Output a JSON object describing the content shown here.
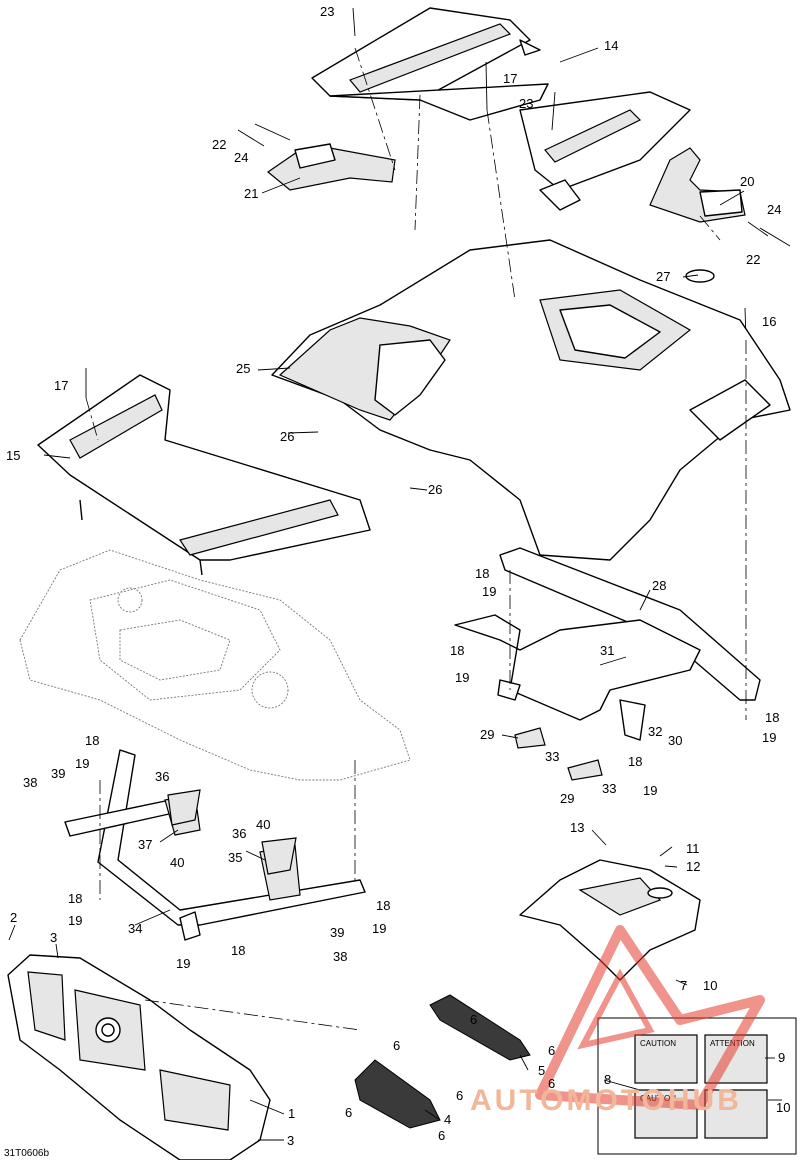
{
  "drawing_code": "31T0606b",
  "callouts": [
    "1",
    "2",
    "3",
    "4",
    "5",
    "6",
    "7",
    "8",
    "9",
    "10",
    "11",
    "12",
    "13",
    "14",
    "15",
    "16",
    "17",
    "18",
    "19",
    "20",
    "21",
    "22",
    "23",
    "24",
    "25",
    "26",
    "27",
    "28",
    "29",
    "30",
    "31",
    "32",
    "33",
    "34",
    "35",
    "36",
    "37",
    "38",
    "39",
    "40"
  ],
  "watermark": {
    "text": "AUTOMOTOHUB",
    "color": "#e43b2c"
  },
  "labels": {
    "heading": "CAUTION",
    "sub": "ATTENTION",
    "heading2": "CAUTION"
  }
}
